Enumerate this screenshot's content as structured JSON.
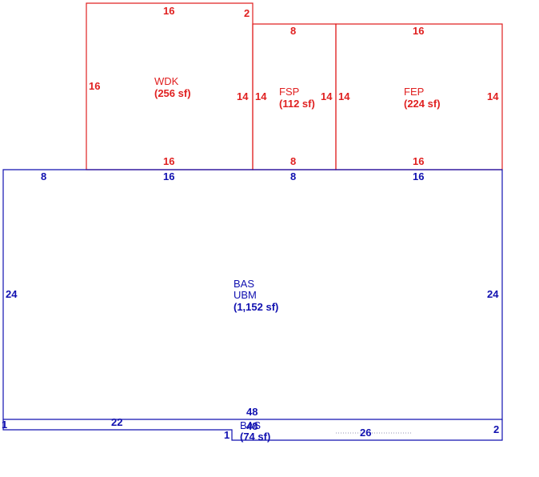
{
  "colors": {
    "upper": "#e02020",
    "lower": "#1010b0",
    "background": "#ffffff"
  },
  "areas": {
    "wdk": {
      "name": "WDK",
      "size": "(256 sf)",
      "dims": {
        "top": "16",
        "corner": "2",
        "left": "16",
        "right": "14",
        "bottom": "16"
      }
    },
    "fsp": {
      "name": "FSP",
      "size": "(112 sf)",
      "dims": {
        "top": "8",
        "left": "14",
        "right": "14",
        "bottom": "8"
      }
    },
    "fep": {
      "name": "FEP",
      "size": "(224 sf)",
      "dims": {
        "top": "16",
        "left": "14",
        "right": "14",
        "bottom": "16"
      }
    },
    "bas_main": {
      "name": "BAS",
      "sub": "UBM",
      "size": "(1,152 sf)",
      "dims": {
        "top_a": "8",
        "top_b": "16",
        "top_c": "8",
        "top_d": "16",
        "left": "24",
        "right": "24",
        "bottom": "48"
      }
    },
    "bas_strip": {
      "name": "BAS",
      "size": "(74 sf)",
      "dims": {
        "left": "1",
        "top": "22",
        "overlap": "48",
        "step": "1",
        "bottom": "26",
        "right": "2"
      }
    }
  }
}
